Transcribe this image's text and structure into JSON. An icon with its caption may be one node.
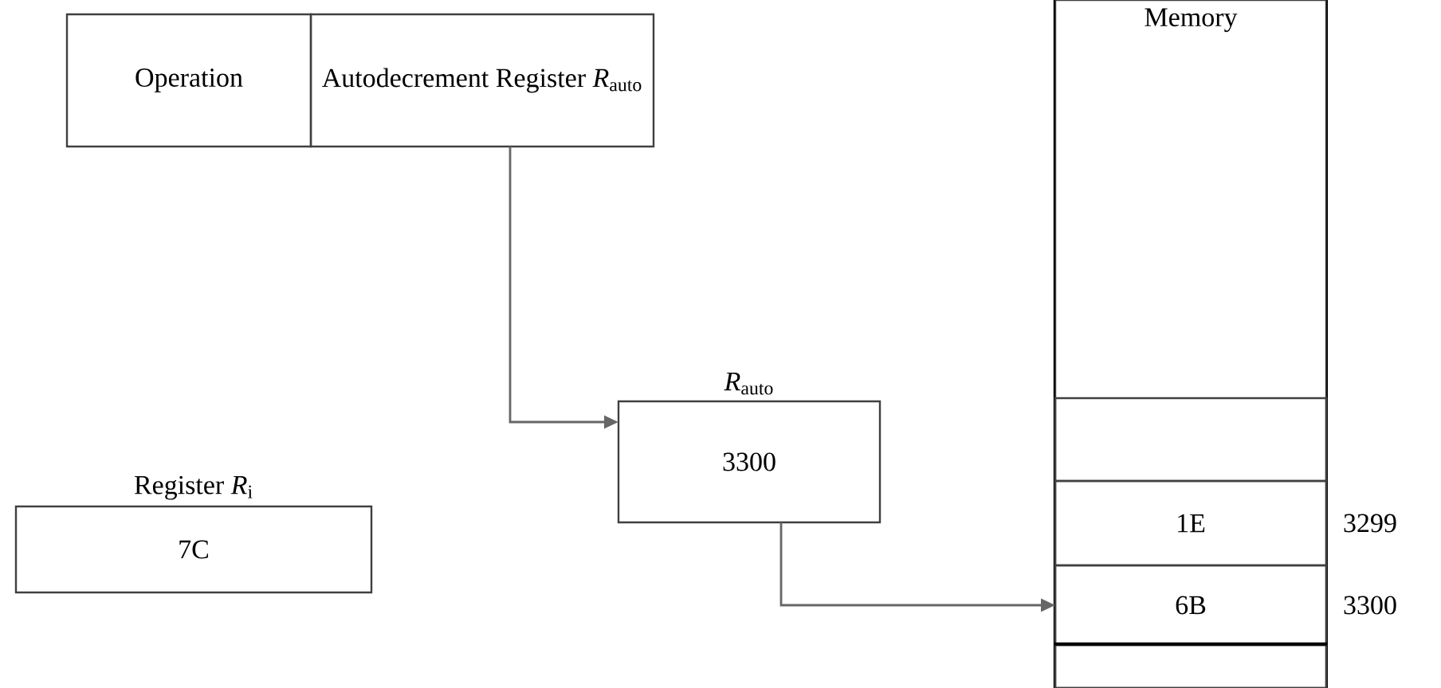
{
  "diagram": {
    "nodes": [
      {
        "text": [
          "Operation"
        ]
      },
      {
        "text": [
          "Autodecrement Register *R*$_{auto}$"
        ]
      },
      {
        "text": [
          "*R*$_{auto}$",
          "3300"
        ]
      },
      {
        "text": [
          "Register *R*$_{i}$",
          "7C"
        ]
      },
      {
        "text": [
          "Memory"
        ]
      },
      {
        "text": [],
        "shape": "box",
        "in": 4
      },
      {
        "text": [
          "1E"
        ],
        "beside": [
          "3299"
        ],
        "in": 4
      },
      {
        "text": [
          "6B"
        ],
        "beside": [
          "3300"
        ],
        "in": 4
      },
      {
        "text": [],
        "shape": "box",
        "in": 4
      }
    ],
    "edges": [
      {
        "from": 1,
        "to": 2,
        "arrow": "to"
      },
      {
        "from": 2,
        "to": 7,
        "arrow": "to"
      }
    ]
  }
}
